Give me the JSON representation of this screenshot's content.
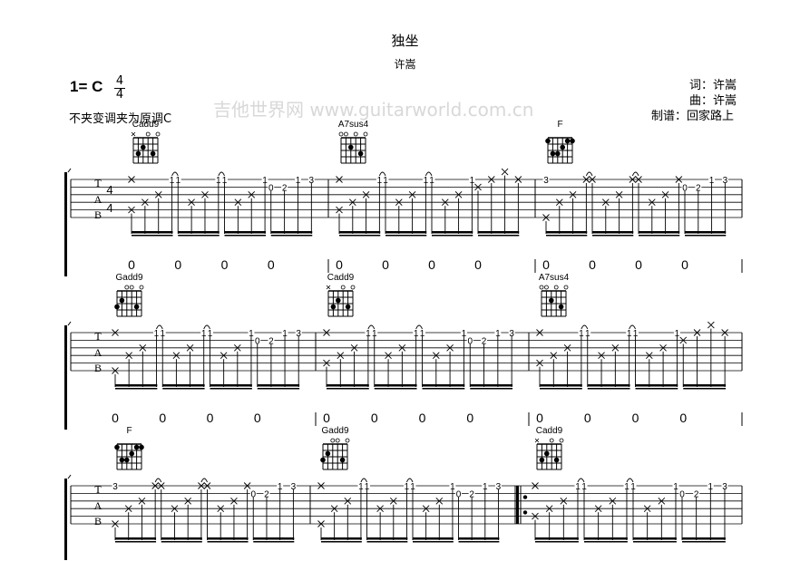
{
  "title": "独坐",
  "artist": "许嵩",
  "key": "1= C",
  "time_signature": {
    "top": "4",
    "bottom": "4"
  },
  "capo_note": "不夹变调夹为原调C",
  "credits": {
    "lyrics": "词：许嵩",
    "music": "曲：许嵩",
    "transcriber": "制谱：回家路上"
  },
  "tab_clef": [
    "T",
    "A",
    "B"
  ],
  "watermark": "吉他世界网 www.guitarworld.com.cn",
  "chords": {
    "Cadd9": {
      "marks": [
        "x",
        "",
        "",
        "o",
        "",
        "o"
      ],
      "dots": [
        [
          4,
          2
        ],
        [
          5,
          3
        ],
        [
          2,
          3
        ]
      ]
    },
    "Gadd9": {
      "marks": [
        "",
        "",
        "o",
        "o",
        "",
        "o"
      ],
      "dots": [
        [
          6,
          3
        ],
        [
          5,
          2
        ],
        [
          2,
          3
        ]
      ]
    },
    "A7sus4": {
      "marks": [
        "o",
        "o",
        "",
        "o",
        "",
        "o"
      ],
      "dots": [
        [
          4,
          2
        ],
        [
          2,
          3
        ]
      ]
    },
    "F": {
      "marks": [
        "",
        "",
        "",
        "",
        "",
        ""
      ],
      "dots": [
        [
          6,
          1
        ],
        [
          2,
          1
        ],
        [
          1,
          1
        ],
        [
          3,
          2
        ],
        [
          5,
          3
        ],
        [
          4,
          3
        ]
      ]
    }
  },
  "patterns": {
    "Cadd9": [
      [
        [
          1,
          "x"
        ],
        [
          5,
          "x"
        ]
      ],
      [
        [
          4,
          "x"
        ]
      ],
      [
        [
          3,
          "x"
        ]
      ],
      [
        [
          1,
          "1"
        ]
      ],
      [
        [
          1,
          "1"
        ]
      ],
      [
        [
          4,
          "x"
        ]
      ],
      [
        [
          3,
          "x"
        ]
      ],
      [
        [
          1,
          "1"
        ]
      ],
      [
        [
          1,
          "1"
        ]
      ],
      [
        [
          4,
          "x"
        ]
      ],
      [
        [
          3,
          "x"
        ]
      ],
      [
        [
          1,
          "1"
        ]
      ],
      [
        [
          2,
          "0"
        ]
      ],
      [
        [
          2,
          "2"
        ]
      ],
      [
        [
          1,
          "1"
        ]
      ],
      [
        [
          1,
          "3"
        ]
      ]
    ],
    "Gadd9": [
      [
        [
          1,
          "x"
        ],
        [
          6,
          "x"
        ]
      ],
      [
        [
          4,
          "x"
        ]
      ],
      [
        [
          3,
          "x"
        ]
      ],
      [
        [
          1,
          "1"
        ]
      ],
      [
        [
          1,
          "1"
        ]
      ],
      [
        [
          4,
          "x"
        ]
      ],
      [
        [
          3,
          "x"
        ]
      ],
      [
        [
          1,
          "1"
        ]
      ],
      [
        [
          1,
          "1"
        ]
      ],
      [
        [
          4,
          "x"
        ]
      ],
      [
        [
          3,
          "x"
        ]
      ],
      [
        [
          1,
          "1"
        ]
      ],
      [
        [
          2,
          "0"
        ]
      ],
      [
        [
          2,
          "2"
        ]
      ],
      [
        [
          1,
          "1"
        ]
      ],
      [
        [
          1,
          "3"
        ]
      ]
    ],
    "A7sus4": [
      [
        [
          1,
          "x"
        ],
        [
          5,
          "x"
        ]
      ],
      [
        [
          4,
          "x"
        ]
      ],
      [
        [
          3,
          "x"
        ]
      ],
      [
        [
          1,
          "1"
        ]
      ],
      [
        [
          1,
          "1"
        ]
      ],
      [
        [
          4,
          "x"
        ]
      ],
      [
        [
          3,
          "x"
        ]
      ],
      [
        [
          1,
          "1"
        ]
      ],
      [
        [
          1,
          "1"
        ]
      ],
      [
        [
          4,
          "x"
        ]
      ],
      [
        [
          3,
          "x"
        ]
      ],
      [
        [
          1,
          "1"
        ]
      ],
      [
        [
          2,
          "x"
        ]
      ],
      [
        [
          1,
          "x"
        ]
      ],
      [
        [
          0,
          "x"
        ]
      ],
      [
        [
          1,
          "x"
        ]
      ]
    ],
    "F": [
      [
        [
          1,
          "3"
        ],
        [
          6,
          "x"
        ]
      ],
      [
        [
          4,
          "x"
        ]
      ],
      [
        [
          3,
          "x"
        ]
      ],
      [
        [
          1,
          "x"
        ]
      ],
      [
        [
          1,
          "x"
        ]
      ],
      [
        [
          4,
          "x"
        ]
      ],
      [
        [
          3,
          "x"
        ]
      ],
      [
        [
          1,
          "x"
        ]
      ],
      [
        [
          1,
          "x"
        ]
      ],
      [
        [
          4,
          "x"
        ]
      ],
      [
        [
          3,
          "x"
        ]
      ],
      [
        [
          1,
          "x"
        ]
      ],
      [
        [
          2,
          "0"
        ]
      ],
      [
        [
          2,
          "2"
        ]
      ],
      [
        [
          1,
          "1"
        ]
      ],
      [
        [
          1,
          "3"
        ]
      ]
    ]
  },
  "systems": [
    {
      "measures": [
        {
          "chord": "Cadd9",
          "rhythm": [
            "0",
            "0",
            "0",
            "0"
          ]
        },
        {
          "chord": "A7sus4",
          "rhythm": [
            "0",
            "0",
            "0",
            "0"
          ]
        },
        {
          "chord": "F",
          "rhythm": [
            "0",
            "0",
            "0",
            "0"
          ]
        }
      ]
    },
    {
      "measures": [
        {
          "chord": "Gadd9",
          "rhythm": [
            "0",
            "0",
            "0",
            "0"
          ]
        },
        {
          "chord": "Cadd9",
          "rhythm": [
            "0",
            "0",
            "0",
            "0"
          ]
        },
        {
          "chord": "A7sus4",
          "rhythm": [
            "0",
            "0",
            "0",
            "0"
          ]
        }
      ]
    },
    {
      "measures": [
        {
          "chord": "F",
          "rhythm": []
        },
        {
          "chord": "Gadd9",
          "rhythm": []
        },
        {
          "chord": "Cadd9",
          "repeat_start": true,
          "rhythm": []
        }
      ]
    }
  ]
}
